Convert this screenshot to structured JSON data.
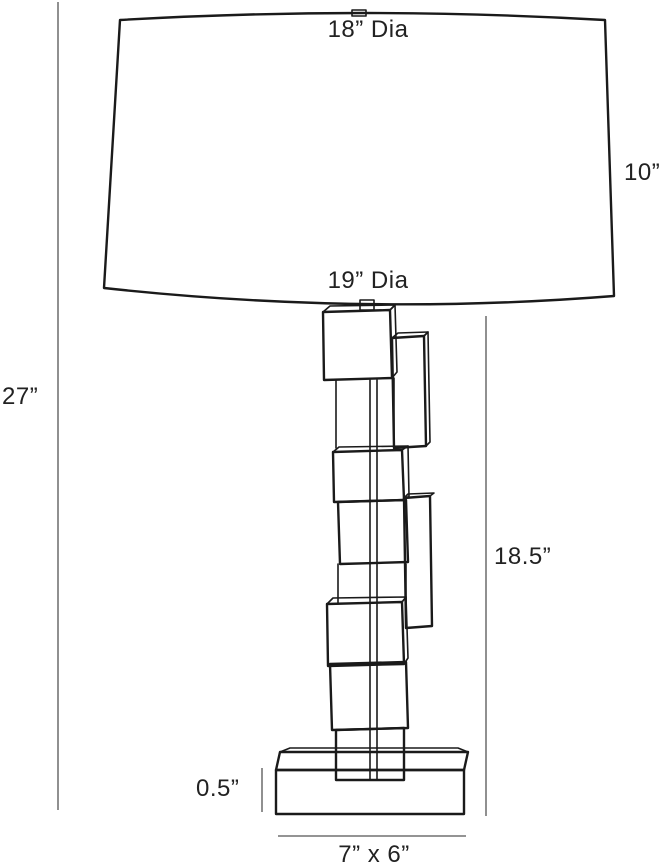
{
  "dimensions": {
    "shade_top_diameter": "18” Dia",
    "shade_bottom_diameter": "19” Dia",
    "shade_height": "10”",
    "overall_height": "27”",
    "base_to_shade_height": "18.5”",
    "base_thickness": "0.5”",
    "base_footprint": "7” x 6”"
  },
  "colors": {
    "line": "#1a1a1a",
    "dimension_line": "#555555",
    "background": "#ffffff"
  }
}
